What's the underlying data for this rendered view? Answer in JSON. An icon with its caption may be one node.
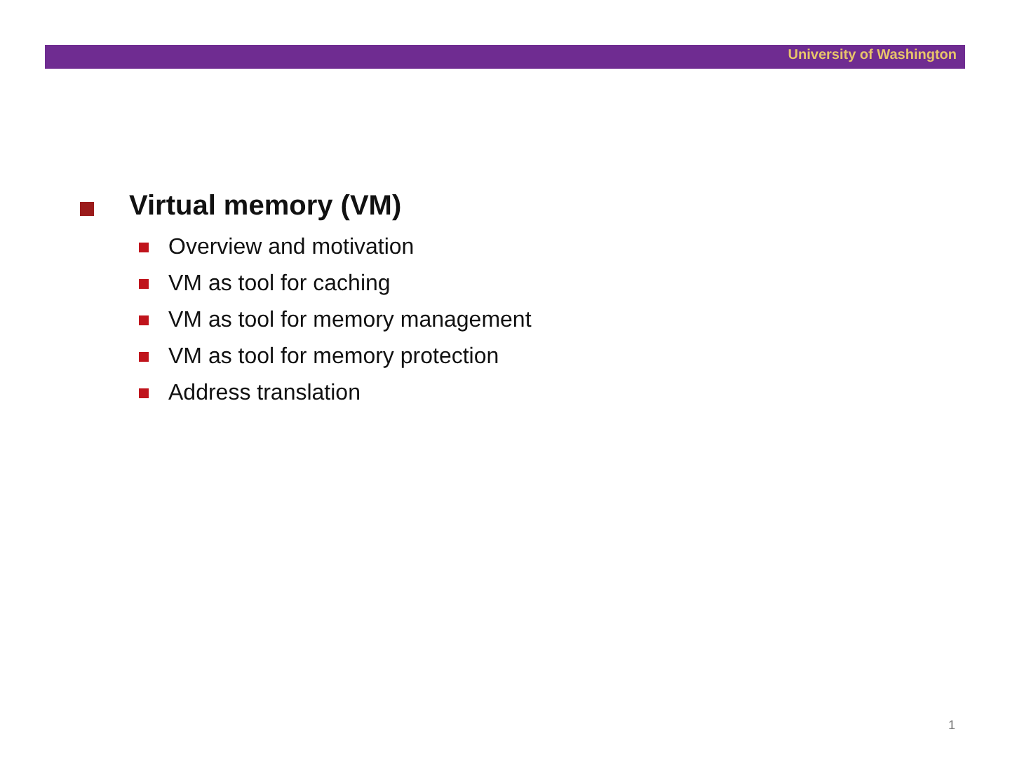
{
  "diagram": {
    "labels": [
      "University of Washington",
      "Virtual memory (VM)",
      "Overview and motivation",
      "VM as tool for caching",
      "VM as tool for memory management",
      "VM as tool for memory protection",
      "Address translation",
      "1"
    ]
  }
}
